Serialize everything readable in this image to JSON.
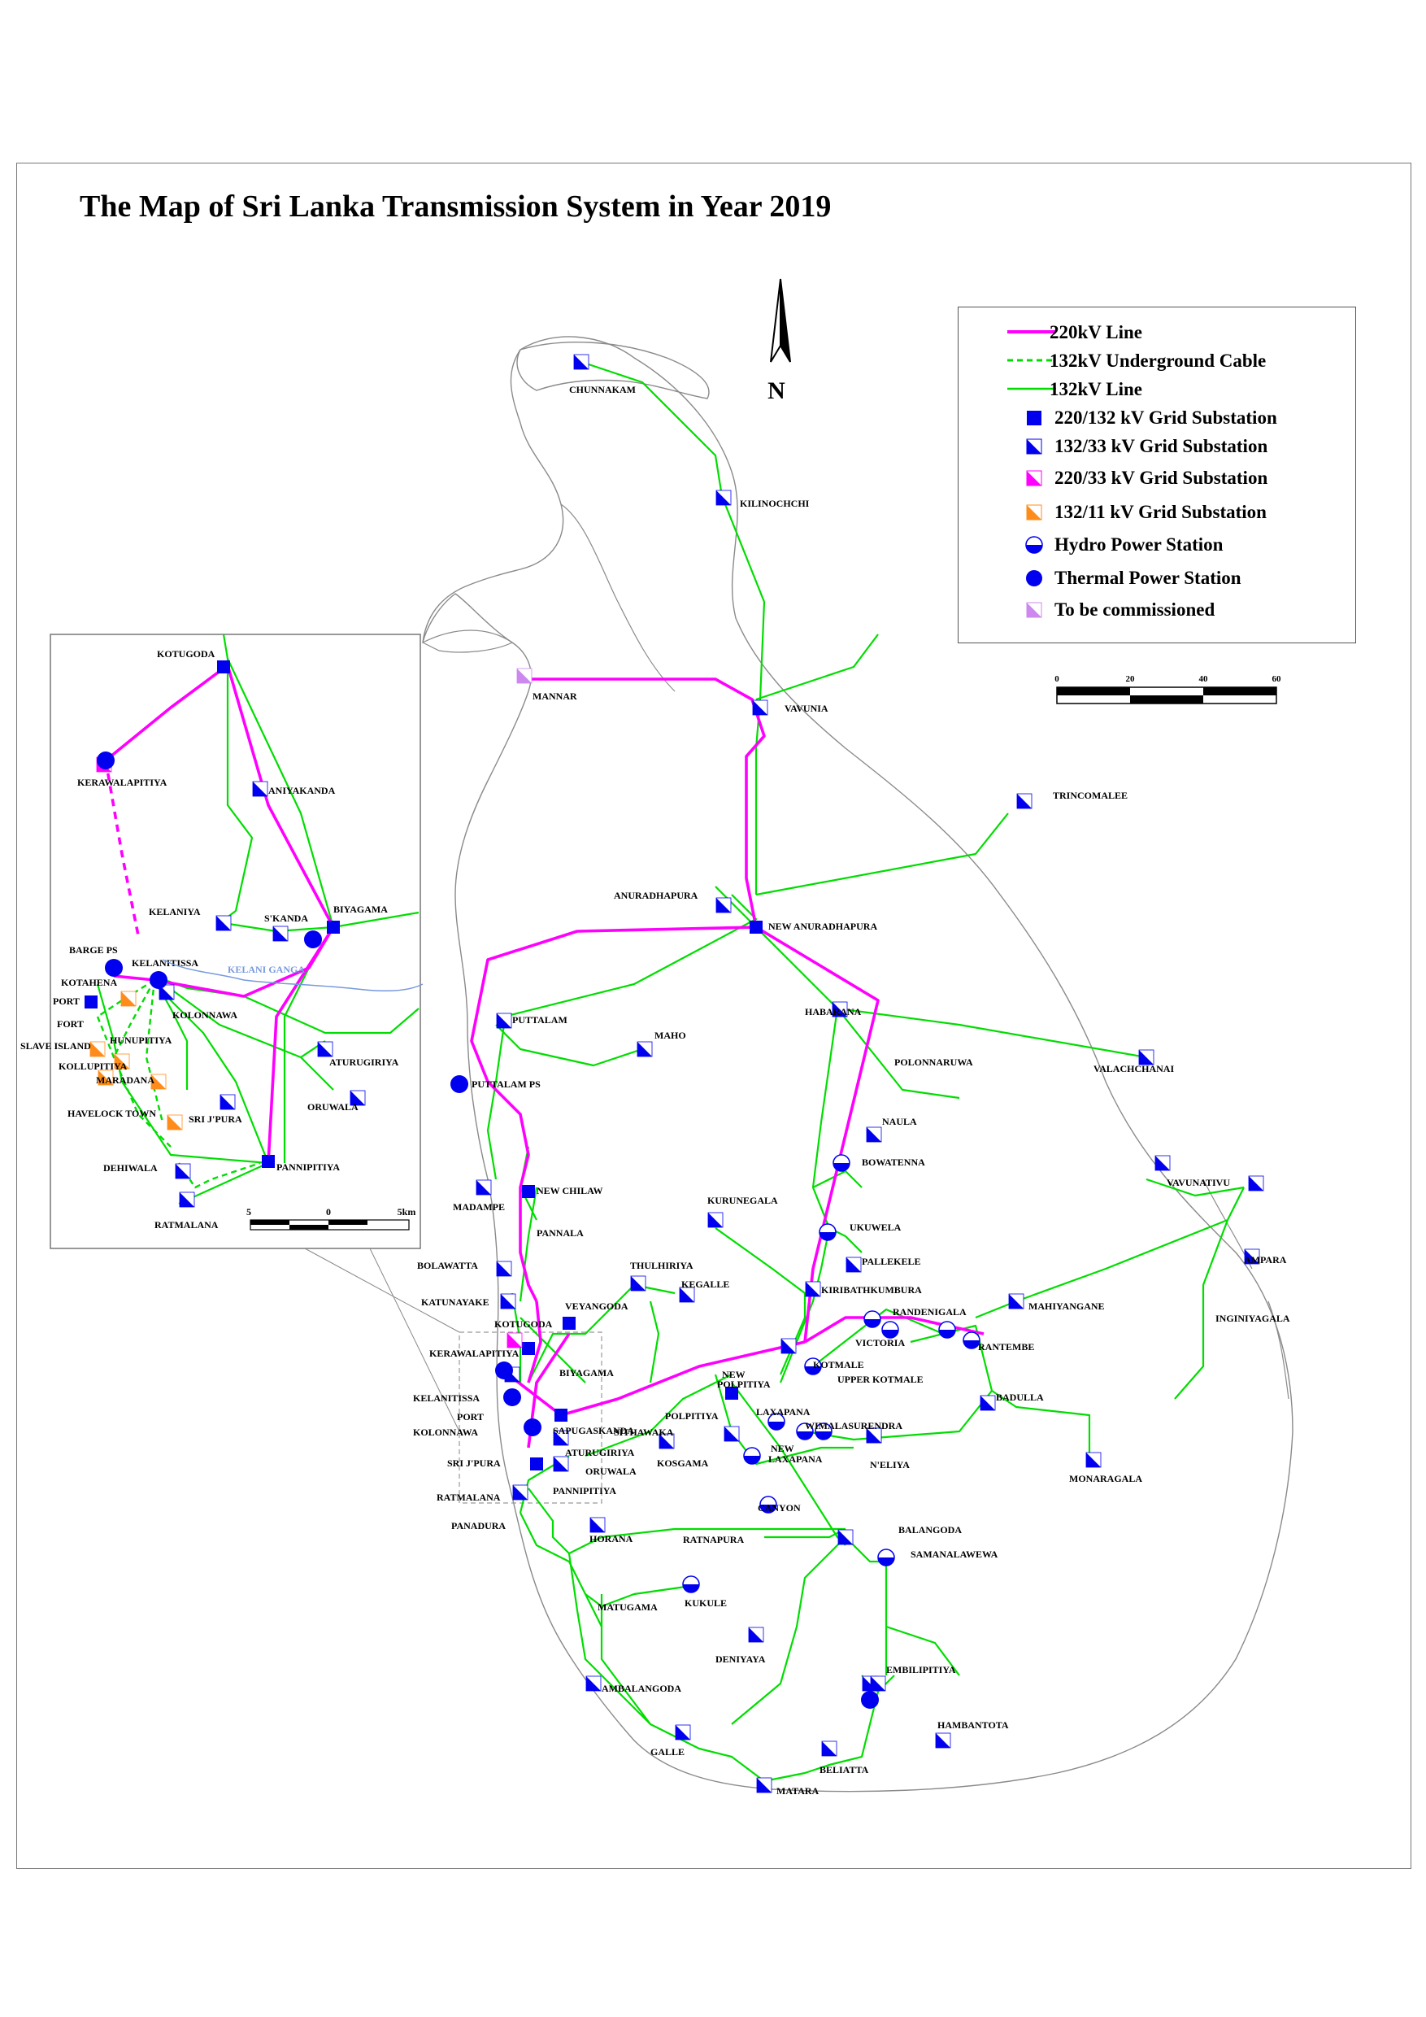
{
  "title": "The Map of Sri Lanka Transmission System in Year 2019",
  "compass": {
    "label": "N"
  },
  "legend": {
    "items": [
      {
        "label": "220kV Line",
        "symbol": "line-220"
      },
      {
        "label": "132kV Underground Cable",
        "symbol": "cable-132"
      },
      {
        "label": "132kV Line",
        "symbol": "line-132"
      },
      {
        "label": "220/132 kV Grid Substation",
        "symbol": "square-blue"
      },
      {
        "label": "132/33 kV Grid Substation",
        "symbol": "tri-blue"
      },
      {
        "label": "220/33 kV Grid Substation",
        "symbol": "tri-magenta"
      },
      {
        "label": "132/11 kV Grid Substation",
        "symbol": "tri-orange"
      },
      {
        "label": "Hydro Power Station",
        "symbol": "half-circle"
      },
      {
        "label": "Thermal Power Station",
        "symbol": "circle-blue"
      },
      {
        "label": "To be commissioned",
        "symbol": "tri-violet"
      }
    ]
  },
  "scale_main": {
    "ticks": [
      "0",
      "20",
      "40",
      "60"
    ]
  },
  "scale_inset": {
    "ticks": [
      "5",
      "0",
      "5km"
    ]
  },
  "colors": {
    "line_220": "#ff00ff",
    "line_132": "#00dd00",
    "substation": "#0000ee",
    "grid_11kv": "#ff8c1a",
    "commissioning": "#cc88ee"
  },
  "inset_river": "KELANI GANGA",
  "stations": {
    "chunnakam": "CHUNNAKAM",
    "kilinochchi": "KILINOCHCHI",
    "mannar": "MANNAR",
    "vavunia": "VAVUNIA",
    "trincomalee": "TRINCOMALEE",
    "anuradhapura": "ANURADHAPURA",
    "new_anuradhapura": "NEW ANURADHAPURA",
    "habarana": "HABARANA",
    "polonnaruwa": "POLONNARUWA",
    "valachchanai": "VALACHCHANAI",
    "puttalam": "PUTTALAM",
    "puttalam_ps": "PUTTALAM PS",
    "maho": "MAHO",
    "naula": "NAULA",
    "bowatenna": "BOWATENNA",
    "vavunativu": "VAVUNATIVU",
    "madampe": "MADAMPE",
    "new_chilaw": "NEW CHILAW",
    "kurunegala": "KURUNEGALA",
    "ukuwela": "UKUWELA",
    "pannala": "PANNALA",
    "pallekele": "PALLEKELE",
    "ampara": "AMPARA",
    "bolawatta": "BOLAWATTA",
    "thulhiriya": "THULHIRIYA",
    "kegalle": "KEGALLE",
    "kiribathkumbura": "KIRIBATHKUMBURA",
    "katunayake": "KATUNAYAKE",
    "veyangoda": "VEYANGODA",
    "mahiyangane": "MAHIYANGANE",
    "randenigala": "RANDENIGALA",
    "inginiyagala": "INGINIYAGALA",
    "kotugoda": "KOTUGODA",
    "victoria": "VICTORIA",
    "rantembe": "RANTEMBE",
    "kerawalapitiya": "KERAWALAPITIYA",
    "kotmale": "KOTMALE",
    "upper_kotmale": "UPPER KOTMALE",
    "biyagama": "BIYAGAMA",
    "new_polpitiya_a": "NEW",
    "new_polpitiya_b": "POLPITIYA",
    "kelanitissa": "KELANITISSA",
    "laxapana": "LAXAPANA",
    "badulla": "BADULLA",
    "port": "PORT",
    "polpitiya": "POLPITIYA",
    "wimalasurendra": "WIMALASURENDRA",
    "kolonnawa": "KOLONNAWA",
    "sapugaskanda": "SAPUGASKANDA",
    "sithawaka": "SITHAWAKA",
    "new_laxapana_a": "NEW",
    "new_laxapana_b": "LAXAPANA",
    "aturugiriya": "ATURUGIRIYA",
    "kosgama": "KOSGAMA",
    "neliya": "N'ELIYA",
    "monaragala": "MONARAGALA",
    "sri_jpura": "SRI J'PURA",
    "oruwala": "ORUWALA",
    "pannipitiya": "PANNIPITIYA",
    "ratmalana": "RATMALANA",
    "canyon": "CANYON",
    "panadura": "PANADURA",
    "horana": "HORANA",
    "balangoda": "BALANGODA",
    "ratnapura": "RATNAPURA",
    "samanalawewa": "SAMANALAWEWA",
    "matugama": "MATUGAMA",
    "kukule": "KUKULE",
    "deniyaya": "DENIYAYA",
    "embilipitiya": "EMBILIPITIYA",
    "ambalangoda": "AMBALANGODA",
    "hambantota": "HAMBANTOTA",
    "galle": "GALLE",
    "beliatta": "BELIATTA",
    "matara": "MATARA"
  },
  "inset_stations": {
    "kotugoda": "KOTUGODA",
    "kerawalapitiya": "KERAWALAPITIYA",
    "aniyakanda": "ANIYAKANDA",
    "kelaniya": "KELANIYA",
    "skanda": "S'KANDA",
    "biyagama": "BIYAGAMA",
    "barge_ps": "BARGE PS",
    "kelanitissa": "KELANITISSA",
    "kotahena": "KOTAHENA",
    "port": "PORT",
    "fort": "FORT",
    "kolonnawa": "KOLONNAWA",
    "slave_island": "SLAVE ISLAND",
    "hunupitiya": "HUNUPITIYA",
    "kollupitiya": "KOLLUPITIYA",
    "maradana": "MARADANA",
    "aturugiriya": "ATURUGIRIYA",
    "oruwala": "ORUWALA",
    "havelock_town": "HAVELOCK TOWN",
    "sri_jpura": "SRI J'PURA",
    "dehiwala": "DEHIWALA",
    "pannipitiya": "PANNIPITIYA",
    "ratmalana": "RATMALANA"
  }
}
